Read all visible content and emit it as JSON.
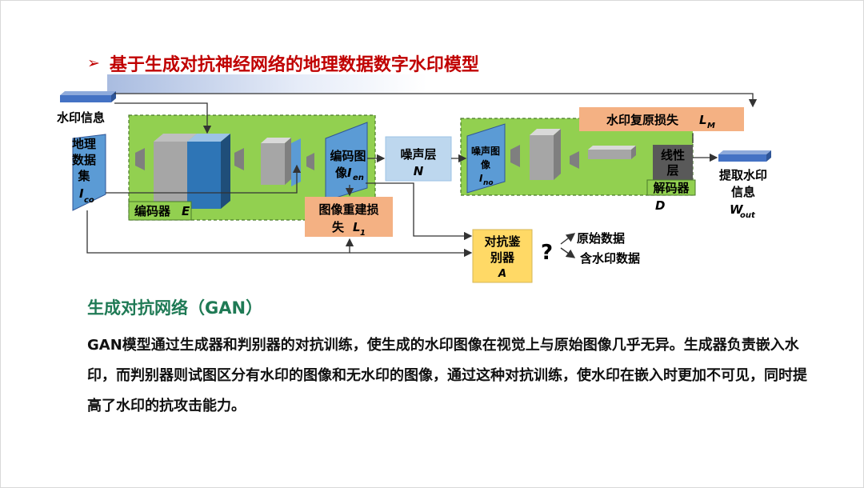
{
  "slide": {
    "bullet": "➢",
    "title": "基于生成对抗神经网络的地理数据数字水印模型"
  },
  "diagram": {
    "watermark_info": "水印信息",
    "geo_data_lines": [
      "地理",
      "数据",
      "集"
    ],
    "geo_data_var": "I",
    "geo_data_sub": "co",
    "encoder_label": "编码器",
    "encoder_var": "E",
    "encoded_image_lines": [
      "编码图",
      "像"
    ],
    "encoded_var": "I",
    "encoded_sub": "en",
    "noise_layer": "噪声层",
    "noise_var": "N",
    "recon_loss_lines": [
      "图像重建损",
      "失"
    ],
    "recon_loss_var": "L",
    "recon_loss_sub": "1",
    "discriminator_lines": [
      "对抗鉴",
      "别器"
    ],
    "discriminator_var": "A",
    "question_mark": "?",
    "original_data": "原始数据",
    "watermarked_data": "含水印数据",
    "noise_image_lines": [
      "噪声图",
      "像"
    ],
    "noise_image_var": "I",
    "noise_image_sub": "no",
    "linear_layer_lines": [
      "线性",
      "层"
    ],
    "decoder_label": "解码器",
    "decoder_var": "D",
    "wm_recovery_loss": "水印复原损失",
    "wm_recovery_var": "L",
    "wm_recovery_sub": "M",
    "extract_wm_lines": [
      "提取水印",
      "信息"
    ],
    "extract_var": "W",
    "extract_sub": "out"
  },
  "section": {
    "heading": "生成对抗网络（GAN）",
    "paragraph": "GAN模型通过生成器和判别器的对抗训练，使生成的水印图像在视觉上与原始图像几乎无异。生成器负责嵌入水印，而判别器则试图区分有水印的图像和无水印的图像，通过这种对抗训练，使水印在嵌入时更加不可见，同时提高了水印的抗攻击能力。"
  },
  "colors": {
    "title_red": "#c00000",
    "heading_green": "#1f7a55",
    "module_green": "#92d050",
    "noise_blue": "#bdd7ee",
    "loss_orange": "#f4b183",
    "discriminator_yellow": "#ffd966",
    "accent_blue": "#4472c4",
    "cube_gray": "#a6a6a6",
    "linear_dark": "#595959"
  }
}
